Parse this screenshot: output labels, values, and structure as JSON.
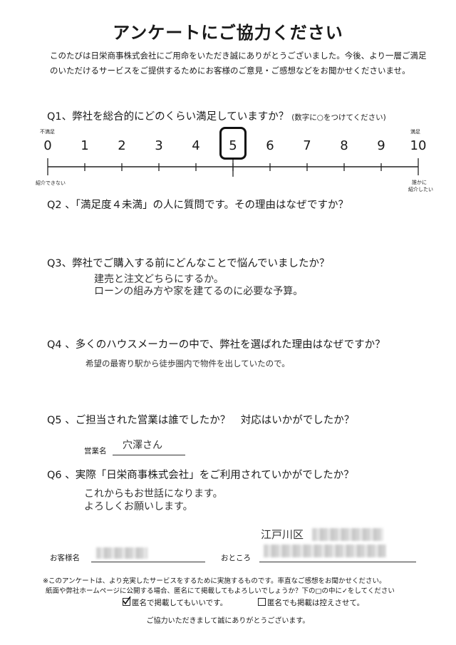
{
  "title": "アンケートにご協力ください",
  "intro": "このたびは日栄商事株式会社にご用命をいただき誠にありがとうございました。今後、より一層ご満足のいただけるサービスをご提供するためにお客様のご意見・ご感想などをお聞かせくださいませ。",
  "q1": {
    "text": "Q1、弊社を総合的にどのくらい満足していますか？",
    "note": "(数字に○をつけてください)",
    "scale": [
      "0",
      "1",
      "2",
      "3",
      "4",
      "5",
      "6",
      "7",
      "8",
      "9",
      "10"
    ],
    "selected": 5,
    "left_top_label": "不満足",
    "left_bottom_label": "紹介できない",
    "right_top_label": "満足",
    "right_bottom_label_1": "誰かに",
    "right_bottom_label_2": "紹介したい"
  },
  "q2": {
    "text": "Q2 、「満足度４未満」の人に質問です。その理由はなぜですか？"
  },
  "q3": {
    "text": "Q3、弊社でご購入する前にどんなことで悩んでいましたか？",
    "answer_line1": "建売と注文どちらにするか。",
    "answer_line2": "ローンの組み方や家を建てるのに必要な予算。"
  },
  "q4": {
    "text": "Q4 、多くのハウスメーカーの中で、弊社を選ばれた理由はなぜですか？",
    "answer": "希望の最寄り駅から徒歩圏内で物件を出していたので。"
  },
  "q5": {
    "text": "Q5 、ご担当された営業は誰でしたか？　対応はいかがでしたか？",
    "sales_label": "営業名",
    "sales_name": "穴澤さん"
  },
  "q6": {
    "text": "Q6 、実際「日栄商事株式会社」をご利用されていかがでしたか？",
    "answer_line1": "これからもお世話になります。",
    "answer_line2": "よろしくお願いします。"
  },
  "customer": {
    "name_label": "お客様名",
    "address_label": "おところ",
    "address_prefix": "江戸川区"
  },
  "notes": {
    "line1": "※このアンケートは、より充実したサービスをするために実施するものです。率直なご感想をお聞かせください。",
    "line2": "紙面や弊社ホームページに公開する場合、匿名にて掲載してもよろしいでしょうか？下の□の中に✓をしてください",
    "option_yes": "匿名で掲載してもいいです。",
    "option_no": "匿名でも掲載は控えさせて。",
    "thanks": "ご協力いただきまして誠にありがとうございます。"
  }
}
